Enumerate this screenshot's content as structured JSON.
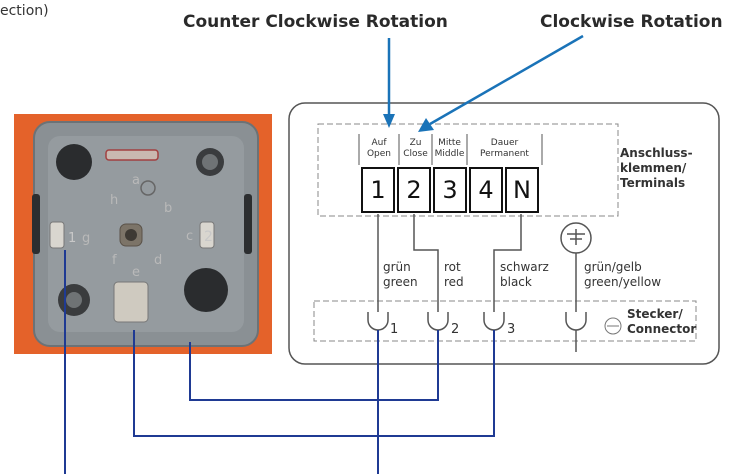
{
  "partial_text": "ection)",
  "headers": {
    "ccw": "Counter Clockwise Rotation",
    "cw": "Clockwise Rotation"
  },
  "terminal_headers": [
    {
      "de": "Auf",
      "en": "Open"
    },
    {
      "de": "Zu",
      "en": "Close"
    },
    {
      "de": "Mitte",
      "en": "Middle"
    },
    {
      "de": "Dauer",
      "en": "Permanent"
    }
  ],
  "terminals": [
    "1",
    "2",
    "3",
    "4",
    "N"
  ],
  "terminals_title": [
    "Anschluss-",
    "klemmen/",
    "Terminals"
  ],
  "wires": [
    {
      "de": "grün",
      "en": "green"
    },
    {
      "de": "rot",
      "en": "red"
    },
    {
      "de": "schwarz",
      "en": "black"
    },
    {
      "de": "grün/gelb",
      "en": "green/yellow"
    }
  ],
  "connector_title": [
    "Stecker/",
    "Connector"
  ],
  "connector_pins": [
    "1",
    "2",
    "3"
  ],
  "photo_marks": [
    "a",
    "b",
    "c",
    "d",
    "e",
    "f",
    "g",
    "h",
    "1",
    "2"
  ],
  "colors": {
    "arrow": "#1a73b8",
    "wire": "#1f3a93",
    "diagram_line": "#555555",
    "housing": "#e4622a",
    "plug": "#8c9296"
  }
}
